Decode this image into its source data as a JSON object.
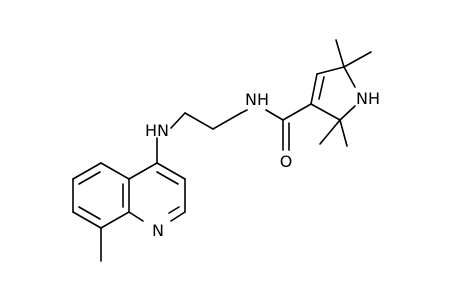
{
  "molecule": {
    "atom_labels": {
      "amine_nh": "HN",
      "amide_nh": "NH",
      "ring_nh": "NH",
      "quinoline_n": "N",
      "carbonyl_o": "O"
    }
  }
}
